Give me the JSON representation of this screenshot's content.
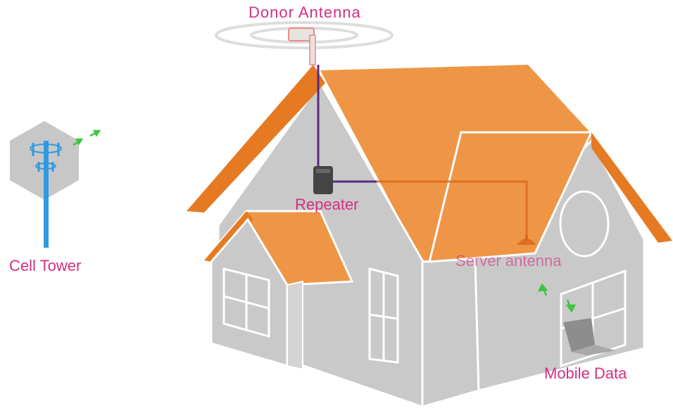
{
  "labels": {
    "donor_antenna": "Donor Antenna",
    "cell_tower": "Cell Tower",
    "repeater": "Repeater",
    "server_antenna": "Server antenna",
    "mobile_data": "Mobile Data"
  },
  "colors": {
    "label": "#d42f82",
    "roof": "#ee9645",
    "roof_edge": "#e67a22",
    "wall": "#c9c9c9",
    "tower": "#2e9be0",
    "cable": "#5a2a82",
    "cable_orange": "#d9681f",
    "signal_arrow": "#3fc43f"
  }
}
